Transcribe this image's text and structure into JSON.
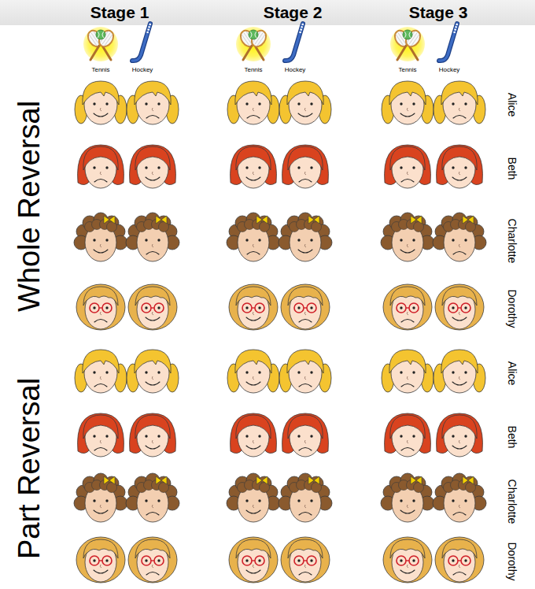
{
  "diagram": {
    "labels": [
      "Stage 1",
      "Stage 2",
      "Stage 3",
      "Tennis",
      "Hockey",
      "Tennis",
      "Hockey",
      "Tennis",
      "Hockey",
      "Whole Reversal",
      "Alice",
      "Beth",
      "Charlotte",
      "Dorothy",
      "Part Reversal",
      "Alice",
      "Beth",
      "Charlotte",
      "Dorothy"
    ]
  }
}
